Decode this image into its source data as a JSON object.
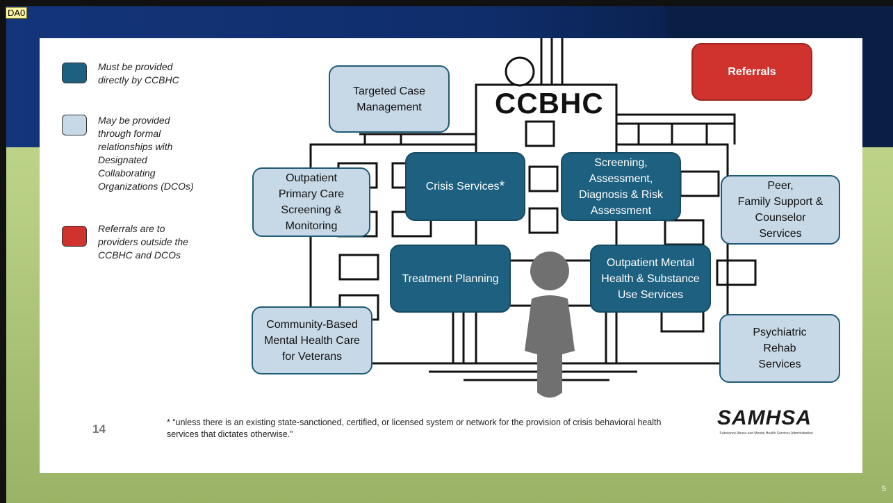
{
  "comment_tag": "DA0",
  "slide_number": "5",
  "legend": [
    {
      "text": "Must be provided\ndirectly by CCBHC",
      "color": "#1d6080"
    },
    {
      "text": "May be provided\nthrough formal\nrelationships with\nDesignated\nCollaborating\nOrganizations (DCOs)",
      "color": "#c7d8e6"
    },
    {
      "text": "Referrals are to\nproviders outside the\nCCBHC and DCOs",
      "color": "#d0332d"
    }
  ],
  "title": "CCBHC",
  "boxes": {
    "targeted_case_management": "Targeted Case\nManagement",
    "referrals": "Referrals",
    "outpatient_primary_care": "Outpatient\nPrimary Care\nScreening &\nMonitoring",
    "crisis_services": "Crisis Services",
    "crisis_asterisk": "*",
    "screening_assessment": "Screening,\nAssessment,\nDiagnosis & Risk\nAssessment",
    "peer_family_support": "Peer,\nFamily Support &\nCounselor\nServices",
    "treatment_planning": "Treatment Planning",
    "outpatient_mental_health": "Outpatient Mental\nHealth & Substance\nUse Services",
    "community_based_veterans": "Community-Based\nMental Health Care\nfor Veterans",
    "psychiatric_rehab": "Psychiatric\nRehab\nServices"
  },
  "page_number": "14",
  "footnote": "* “unless there is an existing state-sanctioned, certified, or licensed system or network for the provision of crisis behavioral health services that dictates otherwise.”",
  "logo": {
    "name": "SAMHSA",
    "subtitle": "Substance Abuse and Mental Health Services Administration"
  }
}
